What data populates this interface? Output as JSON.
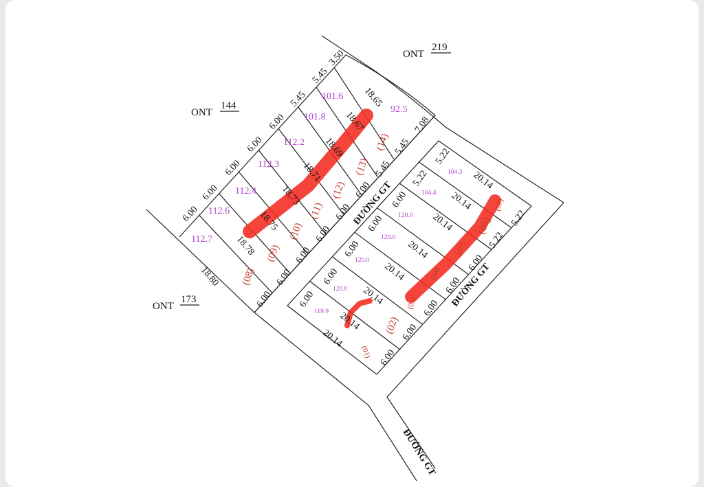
{
  "neighbors": {
    "ont144": {
      "code": "ONT",
      "number": "144"
    },
    "ont219": {
      "code": "ONT",
      "number": "219"
    },
    "ont173": {
      "code": "ONT",
      "number": "173"
    }
  },
  "roads": [
    "ĐƯỜNG GT",
    "ĐƯỜNG GT",
    "ĐƯỜNG GT"
  ],
  "upper_block": {
    "back_widths": [
      "6.00",
      "6.00",
      "6.00",
      "6.00",
      "6.00",
      "5.45",
      "5.45",
      "3.50"
    ],
    "areas": [
      "112.7",
      "112.6",
      "112.4",
      "112.3",
      "112.2",
      "101.8",
      "101.6",
      "92.5"
    ],
    "depths": [
      "18.80",
      "18.78",
      "18.75",
      "18.73",
      "18.71",
      "18.69",
      "18.67",
      "18.65"
    ],
    "lot_numbers": [
      "(08)",
      "(09)",
      "(10)",
      "(11)",
      "(12)",
      "(13)",
      "(14)"
    ],
    "front_widths": [
      "6.00",
      "6.00",
      "6.00",
      "6.00",
      "6.00",
      "6.00",
      "5.45",
      "5.45",
      "7.08"
    ]
  },
  "lower_block": {
    "back_widths": [
      "5.22",
      "5.22",
      "6.00",
      "6.00",
      "6.00",
      "6.00",
      "6.00"
    ],
    "areas": [
      "104.3",
      "104.4",
      "120.0",
      "120.0",
      "120.0",
      "120.0",
      "119.9"
    ],
    "depths": [
      "20.14",
      "20.14",
      "20.14",
      "20.14",
      "20.14",
      "20.14",
      "20.14",
      "20.14"
    ],
    "lot_numbers": [
      "(07)",
      "(06)",
      "(05)",
      "(04)",
      "(03)",
      "(02)",
      "(01)"
    ],
    "front_widths": [
      "5.22",
      "5.22",
      "6.00",
      "6.00",
      "6.00",
      "6.00",
      "6.00"
    ]
  },
  "colors": {
    "area": "#b23fcf",
    "lot": "#c0392b",
    "highlight": "#f22a20"
  }
}
